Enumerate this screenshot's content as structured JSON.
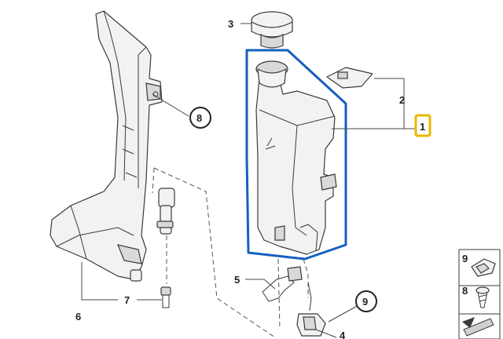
{
  "callouts": {
    "c1": "1",
    "c2": "2",
    "c3": "3",
    "c4": "4",
    "c5": "5",
    "c6": "6",
    "c7": "7",
    "c8": "8",
    "c9": "9"
  },
  "legend": {
    "item9": "9",
    "item8": "8"
  },
  "colors": {
    "highlight": "#1560bd",
    "selected_box": "#e8b800"
  }
}
